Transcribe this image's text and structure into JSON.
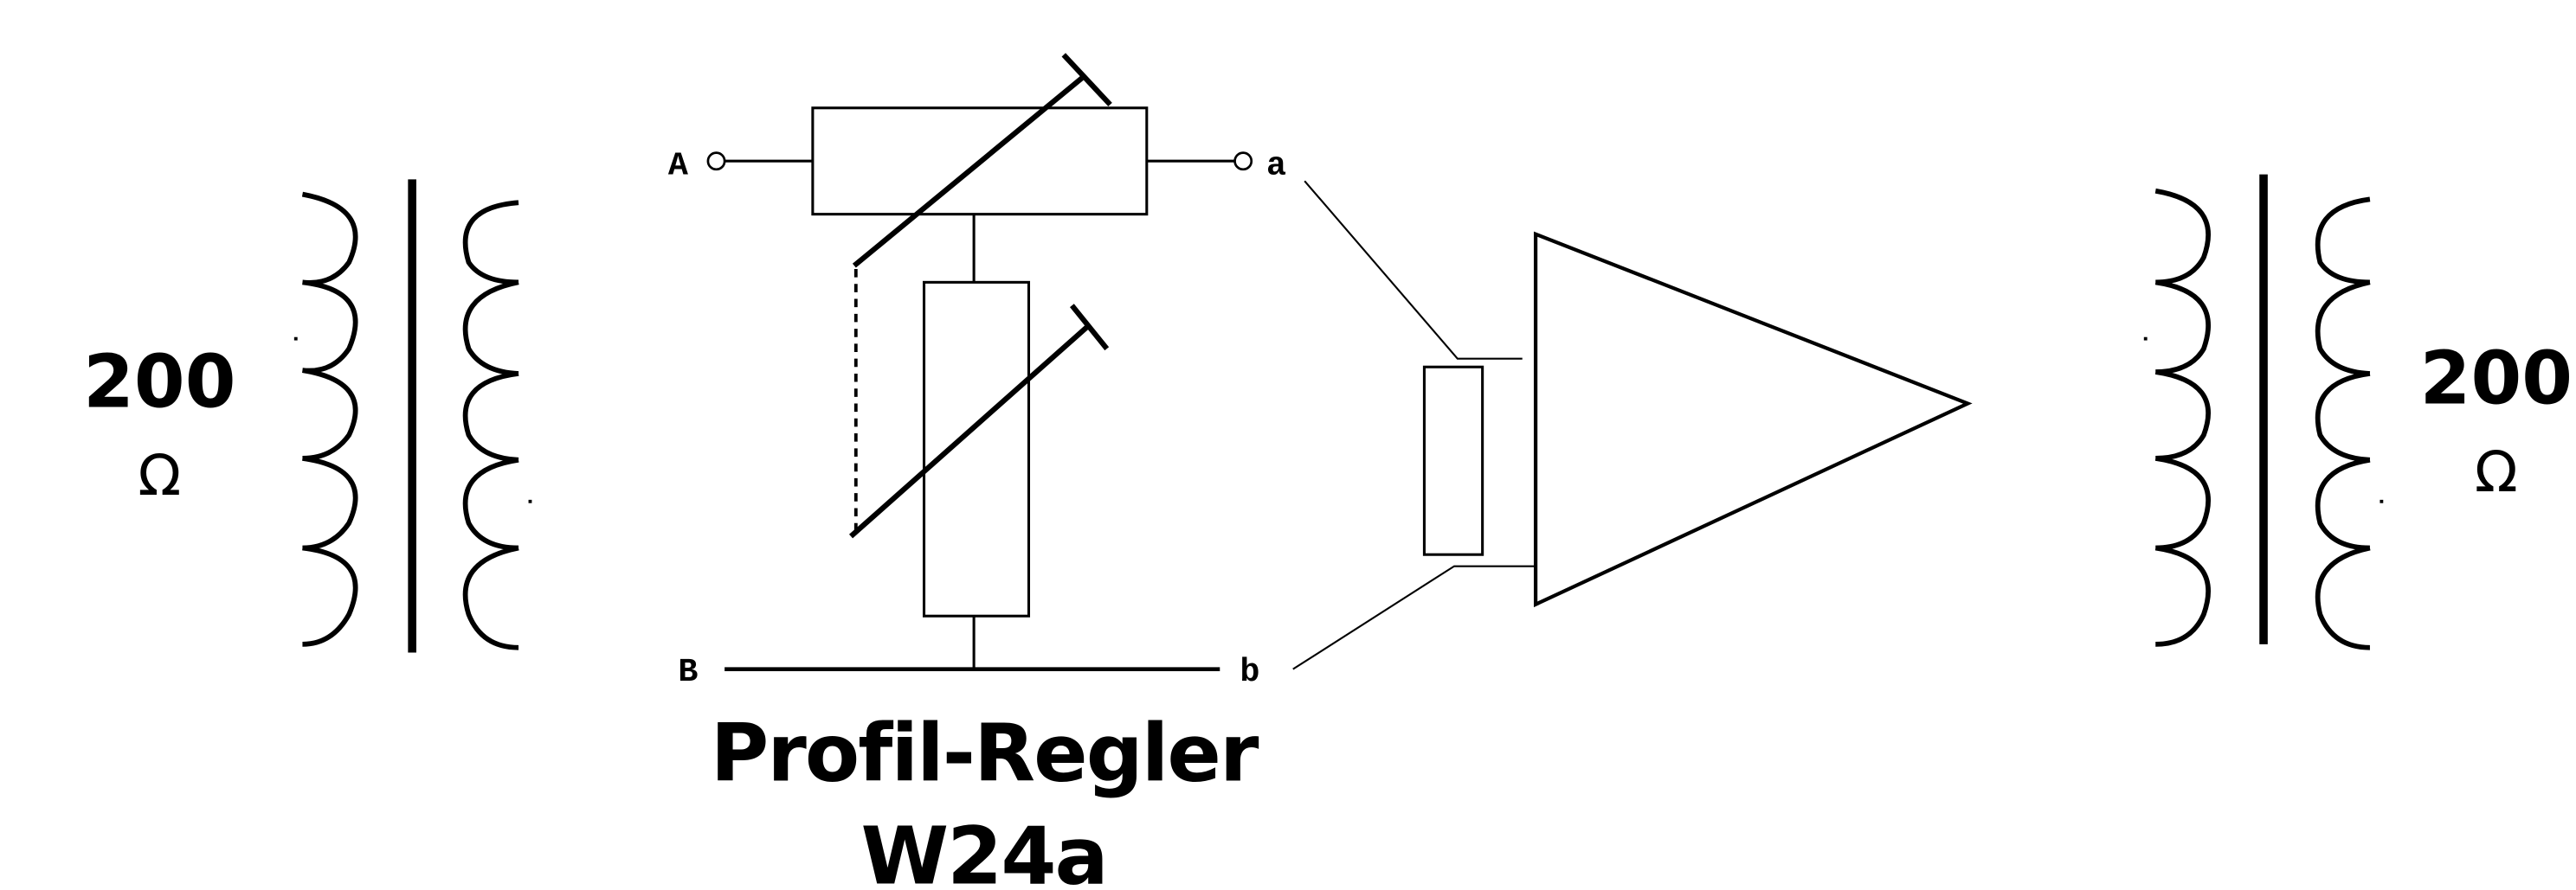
{
  "diagram": {
    "title_line1": "Profil-Regler",
    "title_line2": "W24a",
    "left_transformer": {
      "impedance_value": "200",
      "impedance_unit": "Ω"
    },
    "right_transformer": {
      "impedance_value": "200",
      "impedance_unit": "Ω"
    },
    "terminals": {
      "A": "A",
      "B": "B",
      "a": "a",
      "b": "b"
    },
    "components": [
      "series-variable-resistor",
      "shunt-variable-resistor",
      "ganged-link",
      "input-resistor",
      "amplifier"
    ]
  }
}
